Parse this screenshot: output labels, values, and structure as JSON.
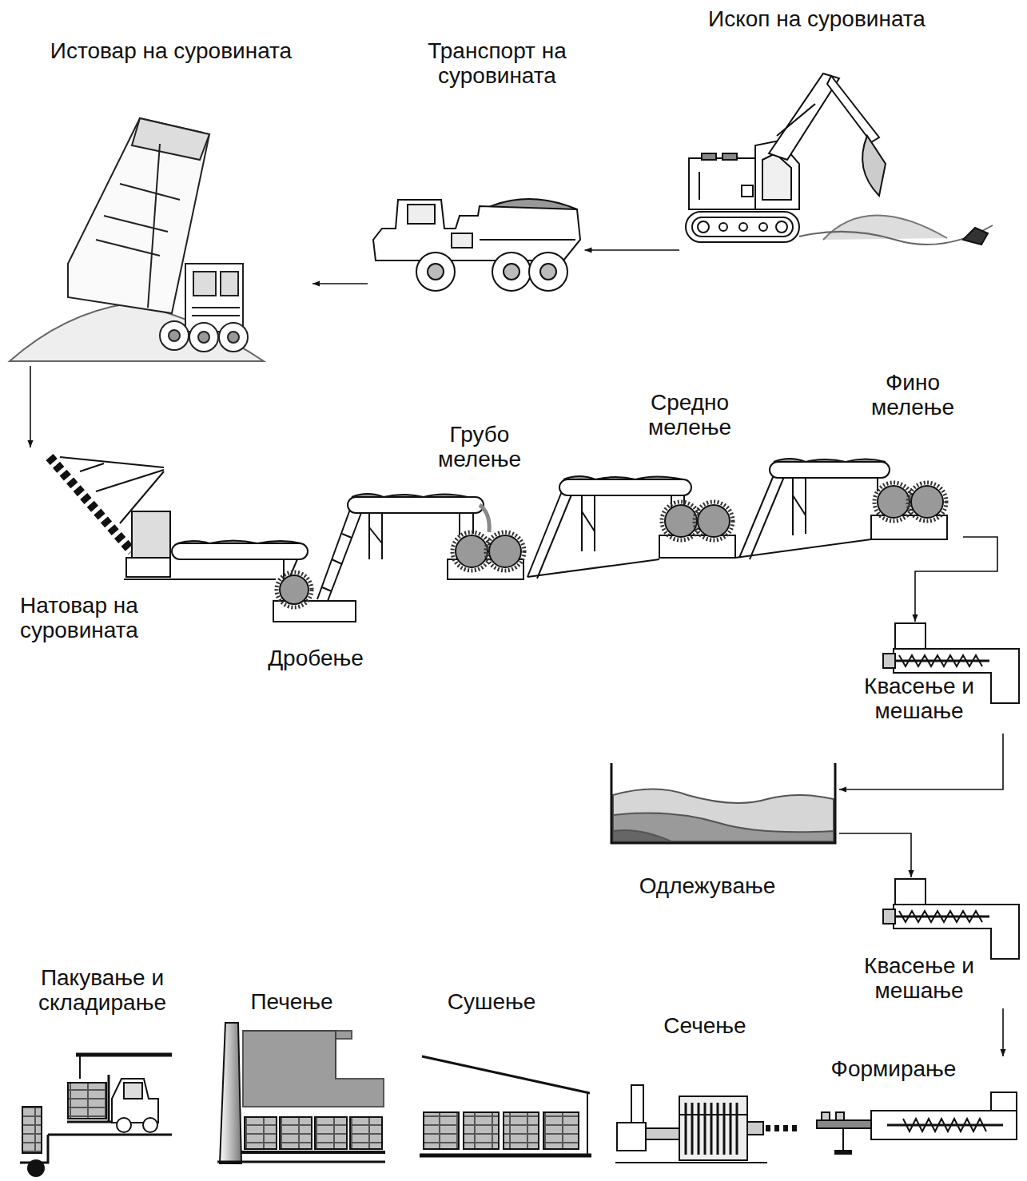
{
  "diagram": {
    "nodes": [
      {
        "text": [
          "Ископ на суровината"
        ]
      },
      {
        "text": [
          "Транспорт на суровината"
        ]
      },
      {
        "text": [
          "Истовар на суровината"
        ]
      },
      {
        "text": [
          "Натовар на суровината"
        ]
      },
      {
        "text": [
          "Дробење"
        ]
      },
      {
        "text": [
          "Грубо мелење"
        ]
      },
      {
        "text": [
          "Средно мелење"
        ]
      },
      {
        "text": [
          "Фино мелење"
        ]
      },
      {
        "text": [
          "Квасење и мешање"
        ]
      },
      {
        "text": [
          "Одлежување"
        ]
      },
      {
        "text": [
          "Квасење и мешање"
        ]
      },
      {
        "text": [
          "Формирање"
        ]
      },
      {
        "text": [
          "Сечење"
        ]
      },
      {
        "text": [
          "Сушење"
        ]
      },
      {
        "text": [
          "Печење"
        ]
      },
      {
        "text": [
          "Пакување и складирање"
        ]
      }
    ],
    "edges": [
      {
        "from": 0,
        "to": 1,
        "arrow": "to"
      },
      {
        "from": 1,
        "to": 2,
        "arrow": "to"
      },
      {
        "from": 2,
        "to": 3,
        "arrow": "to"
      },
      {
        "from": 7,
        "to": 8,
        "arrow": "to"
      },
      {
        "from": 8,
        "to": 9,
        "arrow": "to"
      },
      {
        "from": 9,
        "to": 10,
        "arrow": "to"
      },
      {
        "from": 10,
        "to": 11,
        "arrow": "to"
      }
    ]
  }
}
